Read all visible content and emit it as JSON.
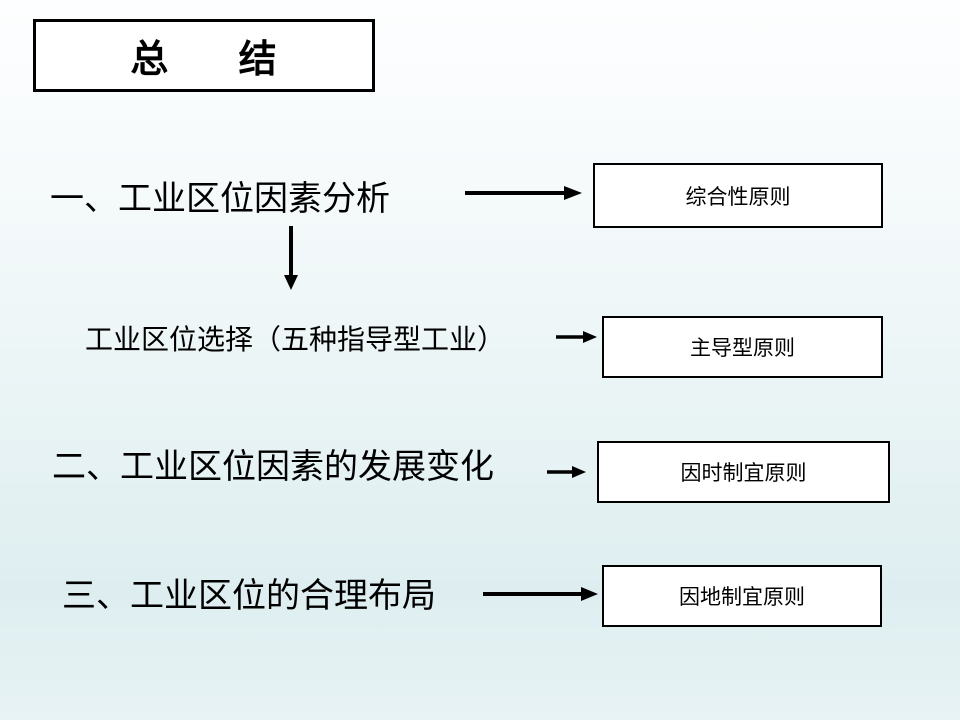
{
  "slide": {
    "title": "总      结",
    "items": [
      {
        "label": "一、工业区位因素分析"
      },
      {
        "label": "工业区位选择（五种指导型工业）"
      },
      {
        "label": "二、工业区位因素的发展变化"
      },
      {
        "label": "三、工业区位的合理布局"
      }
    ],
    "boxes": [
      {
        "label": "综合性原则"
      },
      {
        "label": "主导型原则"
      },
      {
        "label": "因时制宜原则"
      },
      {
        "label": "因地制宜原则"
      }
    ],
    "colors": {
      "background_top": "#fdfeff",
      "background_bottom": "#e7f3f4",
      "box_background": "#ffffff",
      "line": "#000000",
      "text": "#000000"
    }
  }
}
